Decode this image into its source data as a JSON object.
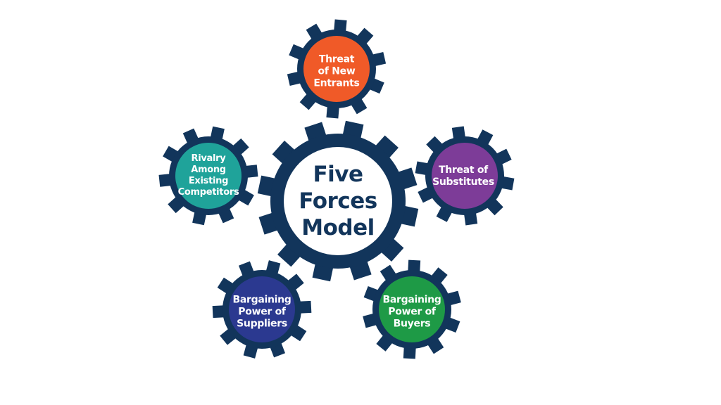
{
  "center": {
    "lines": [
      "Five",
      "Forces",
      "Model"
    ]
  },
  "forces": [
    {
      "id": "threat-of-new-entrants",
      "lines": [
        "Threat",
        "of New",
        "Entrants"
      ],
      "color": "#f05a28"
    },
    {
      "id": "rivalry-among-existing-competitors",
      "lines": [
        "Rivalry",
        "Among",
        "Existing",
        "Competitors"
      ],
      "color": "#1fa39a"
    },
    {
      "id": "threat-of-substitutes",
      "lines": [
        "Threat of",
        "Substitutes"
      ],
      "color": "#7d3c98"
    },
    {
      "id": "bargaining-power-of-suppliers",
      "lines": [
        "Bargaining",
        "Power of",
        "Suppliers"
      ],
      "color": "#2b3990"
    },
    {
      "id": "bargaining-power-of-buyers",
      "lines": [
        "Bargaining",
        "Power of",
        "Buyers"
      ],
      "color": "#1e9a46"
    }
  ],
  "colors": {
    "gear": "#12355b",
    "center_fill": "#ffffff"
  }
}
